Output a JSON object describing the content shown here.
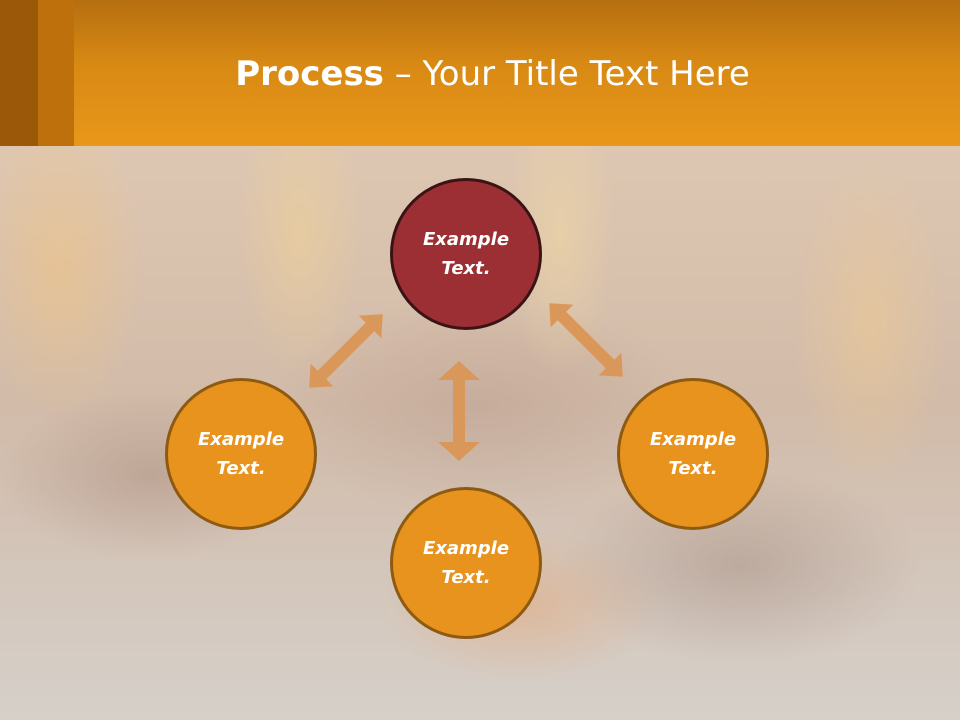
{
  "header": {
    "title_bold": "Process",
    "title_rest": " – Your Title Text Here"
  },
  "diagram": {
    "nodes": [
      {
        "id": "top",
        "label": "Example\nText."
      },
      {
        "id": "left",
        "label": "Example\nText."
      },
      {
        "id": "right",
        "label": "Example\nText."
      },
      {
        "id": "bottom",
        "label": "Example\nText."
      }
    ]
  },
  "colors": {
    "header": "#e8971a",
    "node_primary": "#9c2f34",
    "node_secondary": "#e8931e",
    "arrow": "#d9985a"
  }
}
